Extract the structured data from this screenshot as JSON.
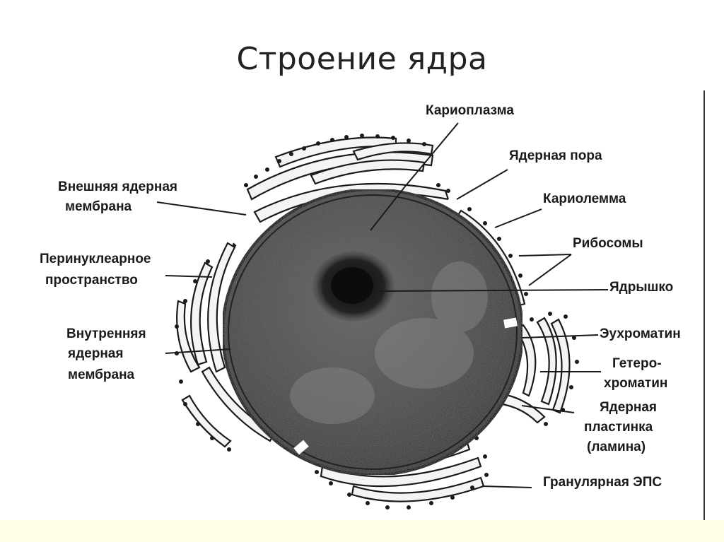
{
  "title": "Строение ядра",
  "labels": {
    "karioplazma": "Кариоплазма",
    "yadernaya_pora": "Ядерная пора",
    "kariolemma": "Кариолемма",
    "ribosomy": "Рибосомы",
    "yadryshko": "Ядрышко",
    "euhromatin": "Эухроматин",
    "geterohromatin_1": "Гетеро-",
    "geterohromatin_2": "хроматин",
    "yadernaya_plastinka_1": "Ядерная",
    "yadernaya_plastinka_2": "пластинка",
    "yadernaya_plastinka_3": "(ламина)",
    "granulyarnaya_eps": "Гранулярная ЭПС",
    "vneshnyaya_membrana_1": "Внешняя ядерная",
    "vneshnyaya_membrana_2": "мембрана",
    "perinuklearnoe_1": "Перинуклеарное",
    "perinuklearnoe_2": "пространство",
    "vnutrennyaya_membrana_1": "Внутренняя",
    "vnutrennyaya_membrana_2": "ядерная",
    "vnutrennyaya_membrana_3": "мембрана"
  },
  "colors": {
    "ink": "#1a1a1a",
    "nucleus_fill": "#4a4a4a",
    "background": "#ffffff",
    "band": "#fefde8"
  }
}
